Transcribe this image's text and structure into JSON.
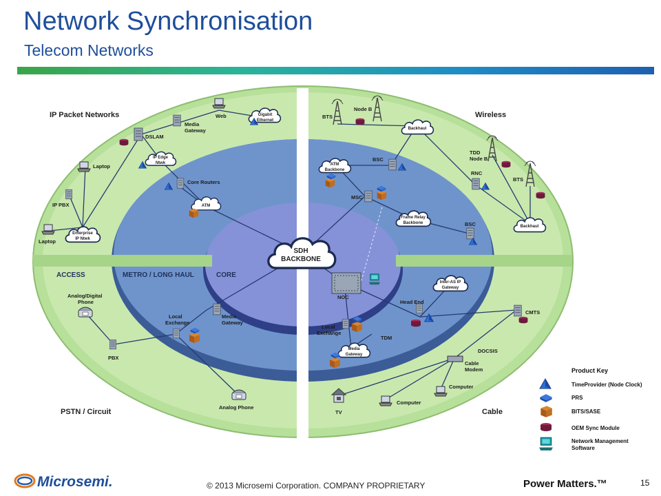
{
  "header": {
    "title": "Network Synchronisation",
    "subtitle": "Telecom Networks"
  },
  "diagram": {
    "sections": {
      "ip": "IP Packet Networks",
      "wireless": "Wireless",
      "pstn": "PSTN / Circuit",
      "cable": "Cable"
    },
    "bands": {
      "access": "ACCESS",
      "metro": "METRO / LONG HAUL",
      "core": "CORE"
    },
    "core_cloud": [
      "SDH",
      "BACKBONE"
    ],
    "clouds": {
      "gigabit": [
        "Gigabit",
        "Ethernet"
      ],
      "ip_edge": [
        "IP Edge",
        "Ntwk"
      ],
      "atm": [
        "ATM"
      ],
      "enterprise": [
        "Enterprise",
        "IP Ntwk"
      ],
      "backhaul1": [
        "Backhaul"
      ],
      "backhaul2": [
        "Backhaul"
      ],
      "atm_backbone": [
        "ATM",
        "Backbone"
      ],
      "frame_relay": [
        "Frame Relay",
        "Backbone"
      ],
      "inter_as": [
        "Inter-AS IP",
        "Gateway"
      ],
      "media_gw_cloud": [
        "Media",
        "Gateway"
      ]
    },
    "labels": {
      "web": "Web",
      "media_gateway_ip": [
        "Media",
        "Gateway"
      ],
      "dslam": "DSLAM",
      "laptop1": "Laptop",
      "ip_pbx": "IP PBX",
      "laptop2": "Laptop",
      "core_routers": "Core Routers",
      "bts1": "BTS",
      "node_b": "Node B",
      "tdd_node_b": [
        "TDD",
        "Node B"
      ],
      "rnc": "RNC",
      "bts2": "BTS",
      "bsc1": "BSC",
      "msc": "MSC",
      "bsc2": "BSC",
      "analog_digital": [
        "Analog/Digital",
        "Phone"
      ],
      "pbx": "PBX",
      "local_exchange_l": [
        "Local",
        "Exchange"
      ],
      "media_gateway_l": [
        "Media",
        "Gateway"
      ],
      "analog_phone": "Analog Phone",
      "noc": "NOC",
      "head_end": "Head End",
      "local_exchange_r": [
        "Local",
        "Exchange"
      ],
      "tdm": "TDM",
      "cmts": "CMTS",
      "docsis": "DOCSIS",
      "cable_modem": [
        "Cable",
        "Modem"
      ],
      "computer1": "Computer",
      "computer2": "Computer",
      "tv": "TV"
    }
  },
  "product_key": {
    "title": "Product Key",
    "items": [
      {
        "label": "TimeProvider (Node Clock)",
        "icon": "timeprovider-icon"
      },
      {
        "label": "PRS",
        "icon": "prs-icon"
      },
      {
        "label": "BITS/SASE",
        "icon": "bits-sase-icon"
      },
      {
        "label": "OEM Sync Module",
        "icon": "oem-sync-module-icon"
      },
      {
        "label": "Network Management",
        "icon": "network-management-icon"
      },
      {
        "label": "Software",
        "icon": ""
      }
    ]
  },
  "footer": {
    "company": "Microsemi.",
    "copyright": "© 2013 Microsemi Corporation. COMPANY PROPRIETARY",
    "tagline": "Power Matters.™",
    "page": "15"
  },
  "colors": {
    "title_blue": "#1f4e9a",
    "access_green": "#b7e09a",
    "metro_blue": "#6f94cc",
    "core_purple": "#8592d8"
  }
}
